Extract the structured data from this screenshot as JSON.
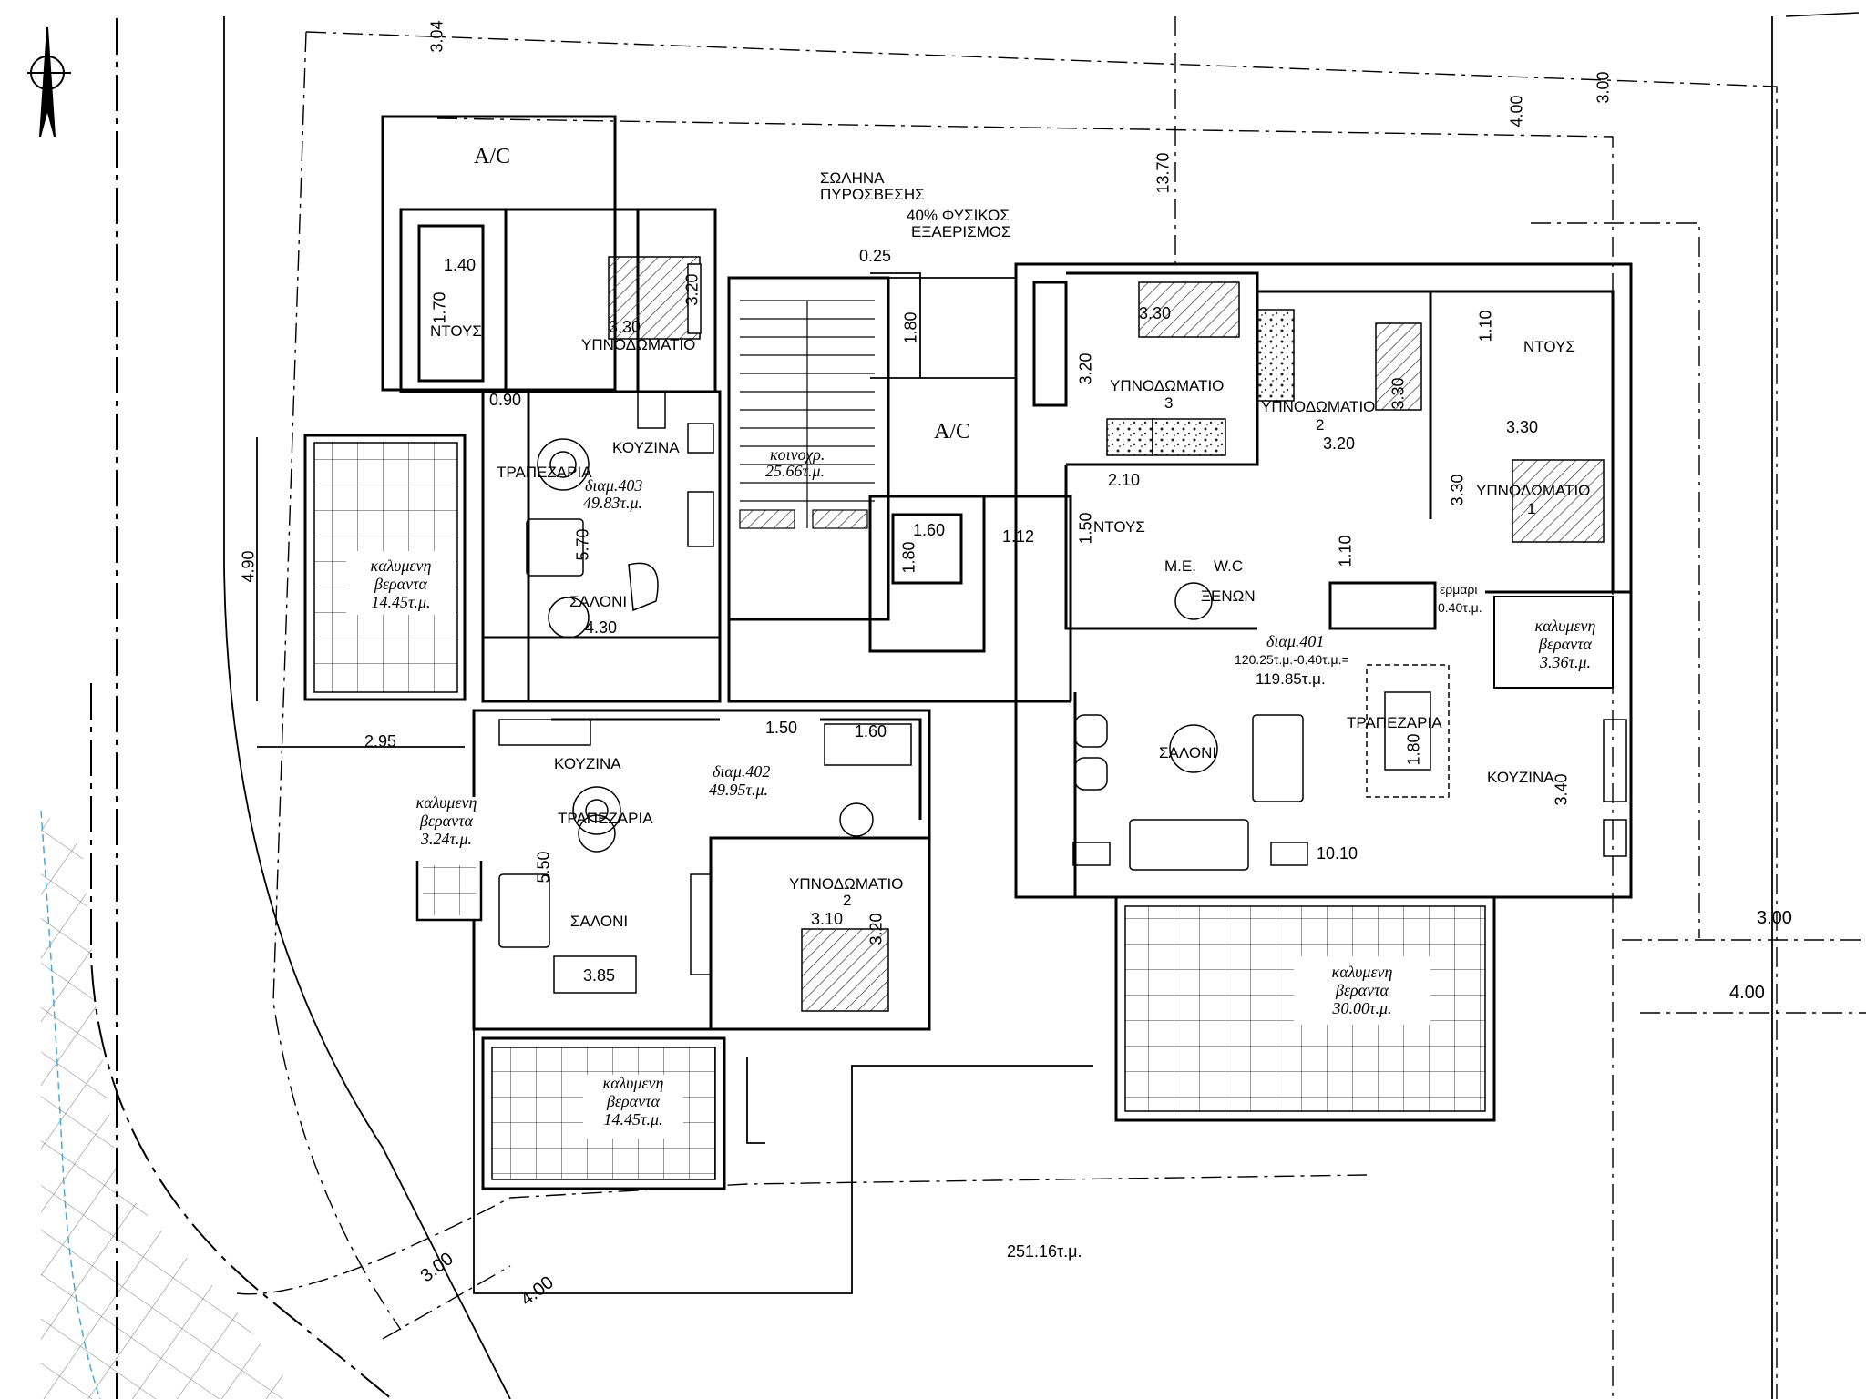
{
  "plan": {
    "area_total": "251.16τ.μ.",
    "notes": {
      "pipe_1": "ΣΩΛΗΝΑ",
      "pipe_2": "ΠΥΡΟΣΒΕΣΗΣ",
      "vent_1": "40% ΦΥΣΙΚΟΣ",
      "vent_2": "ΕΞΑΕΡΙΣΜΟΣ"
    },
    "ac_labels": [
      "A/C",
      "A/C"
    ],
    "apt403": {
      "name": "διαμ.403",
      "area": "49.83τ.μ.",
      "bedroom": "ΥΠΝΟΔΩΜΑΤΙΟ",
      "shower": "ΝΤΟΥΣ",
      "kitchen": "ΚΟΥΖΙΝΑ",
      "dining": "ΤΡΑΠΕΖΑΡΙΑ",
      "living": "ΣΑΛΟΝΙ",
      "veranda": [
        "καλυμενη",
        "βεραντα",
        "14.45τ.μ."
      ]
    },
    "apt402": {
      "name": "διαμ.402",
      "area": "49.95τ.μ.",
      "kitchen": "ΚΟΥΖΙΝΑ",
      "dining": "ΤΡΑΠΕΖΑΡΙΑ",
      "living": "ΣΑΛΟΝΙ",
      "bedroom": "ΥΠΝΟΔΩΜΑΤΙΟ",
      "bedroom_no": "2",
      "veranda_side": [
        "καλυμενη",
        "βεραντα",
        "3.24τ.μ."
      ],
      "veranda_front": [
        "καλυμενη",
        "βεραντα",
        "14.45τ.μ."
      ]
    },
    "common": {
      "name": "κοινοχρ.",
      "area": "25.66τ.μ."
    },
    "apt401": {
      "name": "διαμ.401",
      "area_calc": "120.25τ.μ.-0.40τ.μ.=",
      "area": "119.85τ.μ.",
      "bedroom": "ΥΠΝΟΔΩΜΑΤΙΟ",
      "bed3": "3",
      "bed2": "2",
      "bed1": "1",
      "shower": "ΝΤΟΥΣ",
      "shower2": "ΝΤΟΥΣ",
      "me": "M.E.",
      "wc": "W.C",
      "wc2": "ΞΕΝΩΝ",
      "dining": "ΤΡΑΠΕΖΑΡΙΑ",
      "living": "ΣΑΛΟΝΙ",
      "kitchen": "ΚΟΥΖΙΝΑ",
      "cupboard": "ερμαρι",
      "cupboard_area": "0.40τ.μ.",
      "veranda_small": [
        "καλυμενη",
        "βεραντα",
        "3.36τ.μ."
      ],
      "veranda_big": [
        "καλυμενη",
        "βεραντα",
        "30.00τ.μ."
      ]
    },
    "dims": {
      "d304": "3.04",
      "d300_top": "3.00",
      "d400_top": "4.00",
      "d1370": "13.70",
      "d025": "0.25",
      "d180": "1.80",
      "d140": "1.40",
      "d170": "1.70",
      "d330a": "3.30",
      "d320a": "3.20",
      "d090": "0.90",
      "d570": "5.70",
      "d430": "4.30",
      "d490": "4.90",
      "d295": "2.95",
      "d160a": "1.60",
      "d180b": "1.80",
      "d112": "1.12",
      "d150": "1.50",
      "d160b": "1.60",
      "d550": "5.50",
      "d385": "3.85",
      "d310": "3.10",
      "d320b": "3.20",
      "d330b": "3.30",
      "d320c": "3.20",
      "d330c": "3.30",
      "d320d": "3.20",
      "d330d": "3.30",
      "d210": "2.10",
      "d150b": "1.50",
      "d110": "1.10",
      "d330e": "3.30",
      "d110b": "1.10",
      "d180c": "1.80",
      "d340": "3.40",
      "d1010": "10.10",
      "d300_r": "3.00",
      "d400_r": "4.00",
      "d300_bl": "3.00",
      "d400_bl": "4.00"
    },
    "colors": {
      "line": "#000000",
      "hatch": "#333333",
      "dash_blue": "#4aa8d8"
    }
  }
}
